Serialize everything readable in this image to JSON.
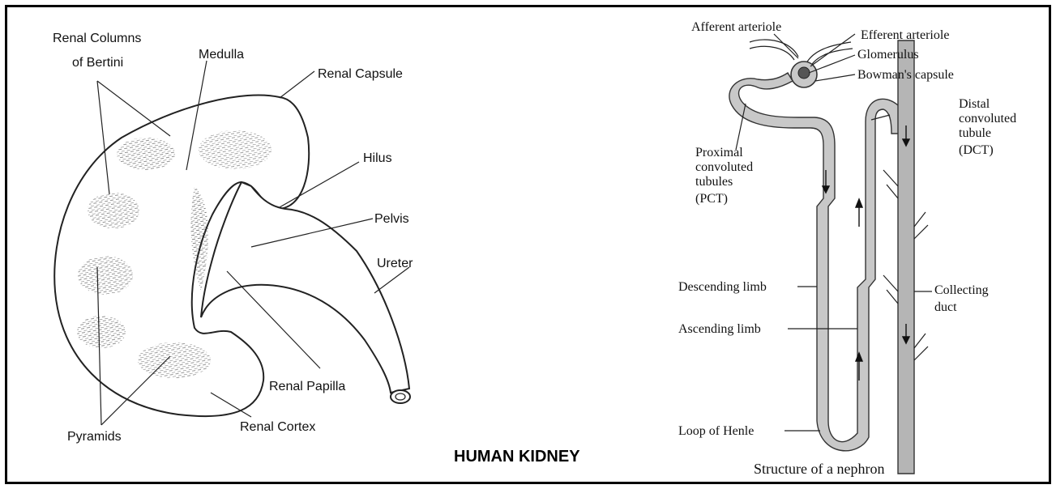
{
  "kidney": {
    "labels": {
      "renal_columns_line1": "Renal Columns",
      "renal_columns_line2": "of Bertini",
      "medulla": "Medulla",
      "renal_capsule": "Renal Capsule",
      "hilus": "Hilus",
      "pelvis": "Pelvis",
      "ureter": "Ureter",
      "renal_papilla": "Renal Papilla",
      "pyramids": "Pyramids",
      "renal_cortex": "Renal Cortex"
    },
    "title": "HUMAN KIDNEY"
  },
  "nephron": {
    "labels": {
      "afferent_arteriole": "Afferent arteriole",
      "efferent_arteriole": "Efferent arteriole",
      "glomerulus": "Glomerulus",
      "bowmans_capsule": "Bowman's capsule",
      "distal_1": "Distal",
      "distal_2": "convoluted",
      "distal_3": "tubule",
      "distal_4": "(DCT)",
      "proximal_1": "Proximal",
      "proximal_2": "convoluted",
      "proximal_3": "tubules",
      "proximal_4": "(PCT)",
      "descending_limb": "Descending limb",
      "collecting_1": "Collecting",
      "collecting_2": "duct",
      "ascending_limb": "Ascending limb",
      "loop_of_henle": "Loop of Henle"
    },
    "title": "Structure of a nephron"
  }
}
